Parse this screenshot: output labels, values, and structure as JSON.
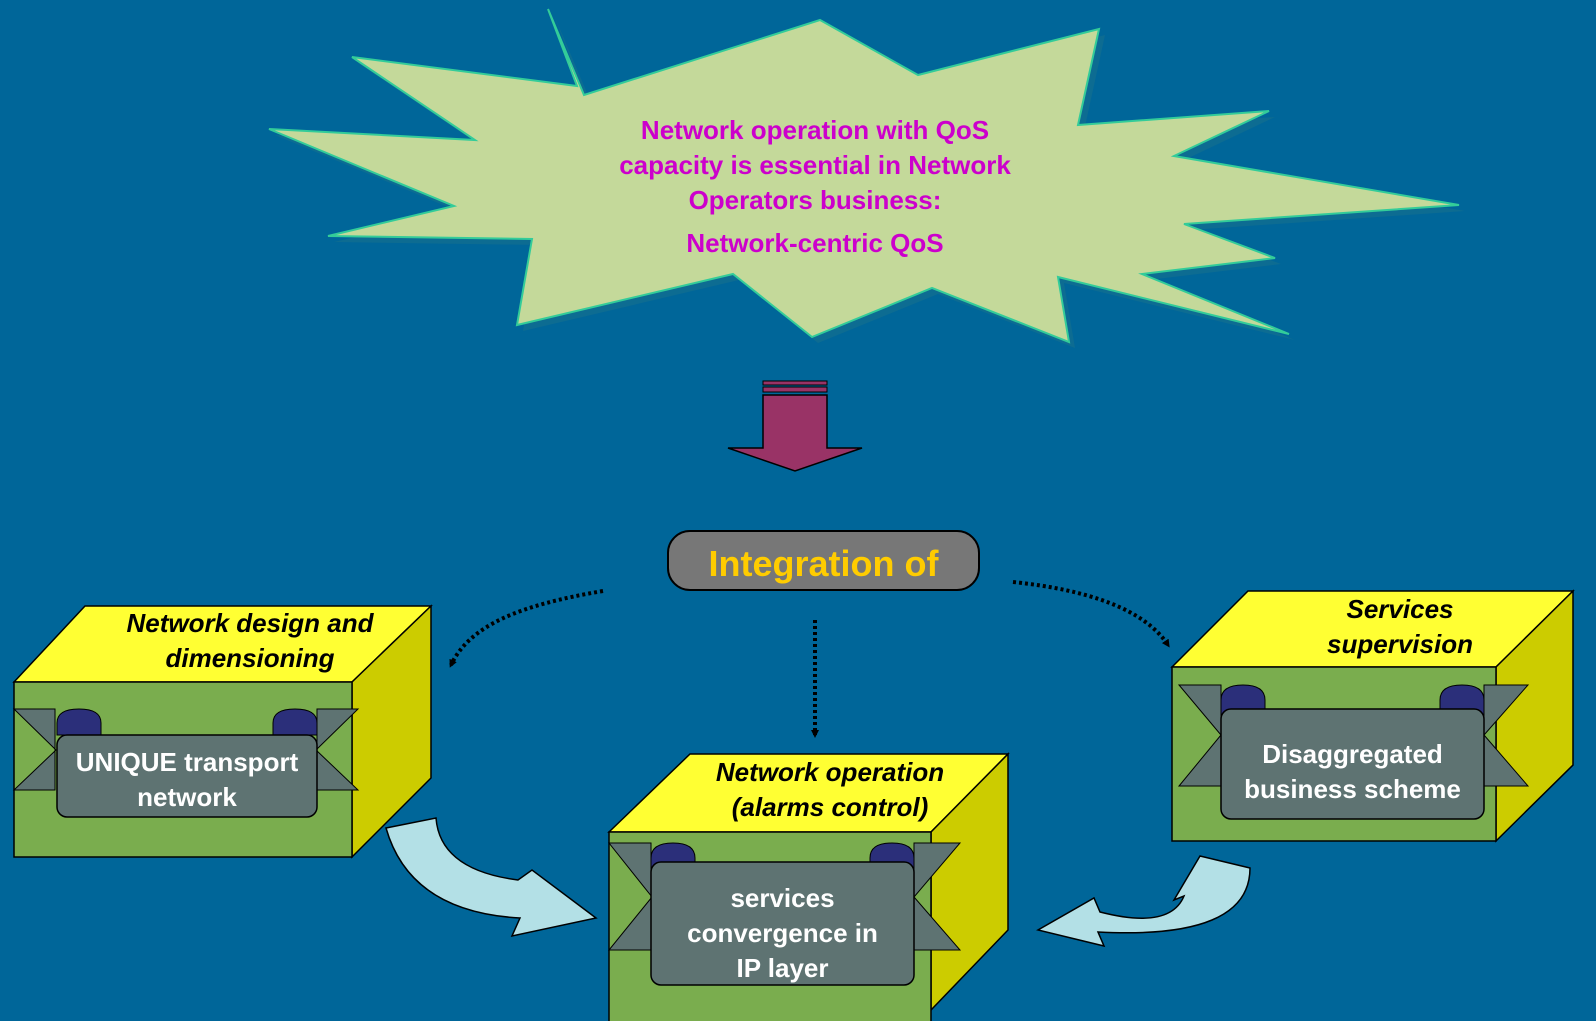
{
  "headline": {
    "lines": [
      "Network operation with QoS",
      "capacity is essential in Network",
      "Operators business:"
    ],
    "emphasis": "Network-centric QoS"
  },
  "integration_label": "Integration of",
  "boxes": {
    "design": {
      "title_lines": [
        "Network design and",
        "dimensioning"
      ],
      "scroll_lines": [
        "UNIQUE transport",
        "network"
      ]
    },
    "operation": {
      "title_lines": [
        "Network operation",
        "(alarms control)"
      ],
      "scroll_lines": [
        "services",
        "convergence in",
        "IP layer"
      ]
    },
    "supervision": {
      "title_lines": [
        "Services",
        "supervision"
      ],
      "scroll_lines": [
        "Disaggregated",
        "business scheme"
      ]
    }
  },
  "colors": {
    "background": "#006699",
    "star_fill": "#c4d99a",
    "star_text": "#cc00cc",
    "box_top": "#ffff33",
    "box_side": "#cccc00",
    "box_front": "#7aad4e",
    "scroll_fill": "#5e7372",
    "scroll_curl": "#2b2f7a",
    "integration_pill": "#777777",
    "integration_text": "#ffcc00",
    "down_arrow": "#993366",
    "curved_arrow": "#b3e0e6"
  }
}
